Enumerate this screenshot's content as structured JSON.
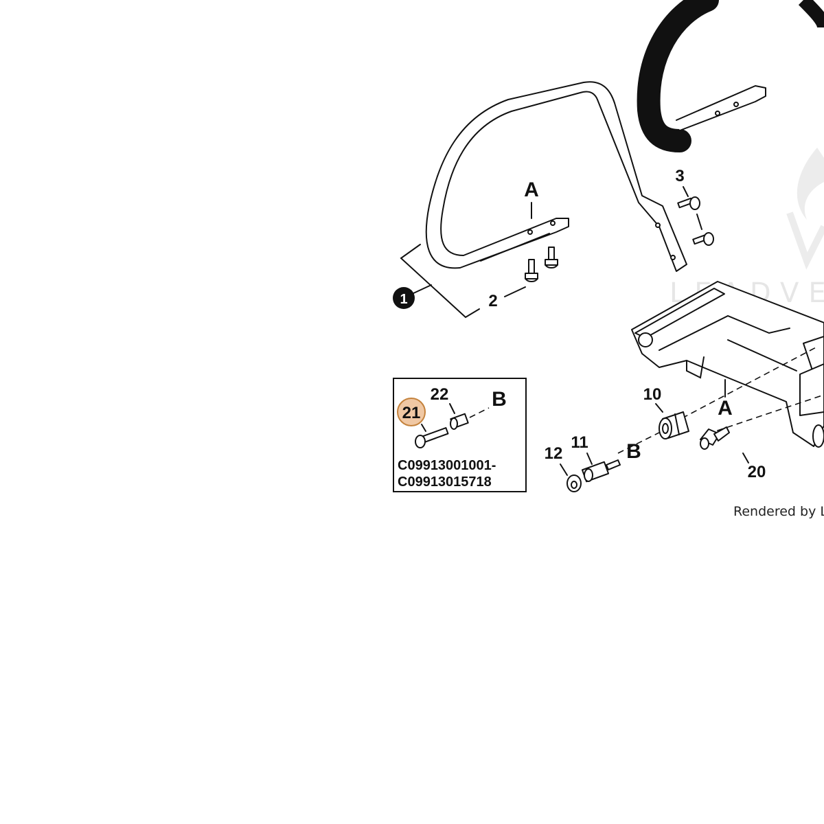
{
  "labels": {
    "p1": "1",
    "p2": "2",
    "p3": "3",
    "p10": "10",
    "p11": "11",
    "p12": "12",
    "p20": "20",
    "p21": "21",
    "p22": "22",
    "a_top": "A",
    "a_right": "A",
    "b_box": "B",
    "b_main": "B"
  },
  "inset": {
    "code_line1": "C09913001001-",
    "code_line2": "C09913015718"
  },
  "highlight_color": "#f0c8a4",
  "highlight_stroke": "#c4823c",
  "credit": "Rendered by Lea",
  "watermark": "LEADVE"
}
